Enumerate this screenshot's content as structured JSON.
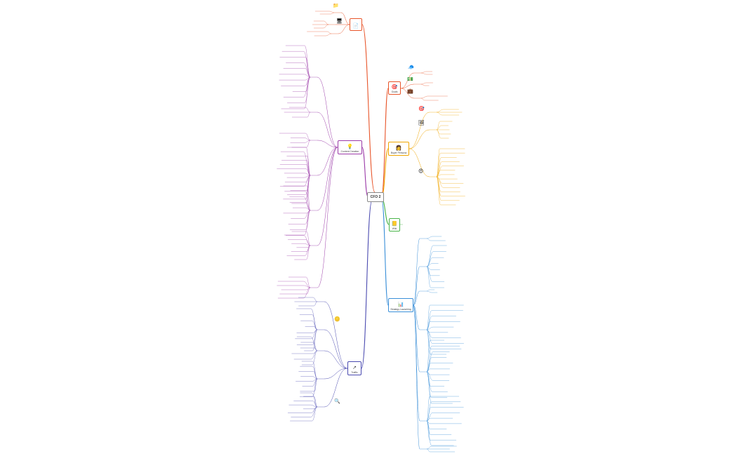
{
  "root": {
    "label": "CFO 2"
  },
  "branches": [
    {
      "id": "b-top",
      "label": "",
      "icon": "document-icon",
      "glyph": "📄",
      "color": "#e8552a"
    },
    {
      "id": "b-goals",
      "label": "Goals",
      "icon": "target-icon",
      "glyph": "🎯",
      "color": "#e8552a"
    },
    {
      "id": "b-buyer",
      "label": "Buyer Persona",
      "icon": "person-icon",
      "glyph": "👩",
      "color": "#f0a500"
    },
    {
      "id": "b-small",
      "label": "Wiki",
      "icon": "notepad-icon",
      "glyph": "📒",
      "color": "#49b449"
    },
    {
      "id": "b-strategy",
      "label": "Strategy Launching",
      "icon": "chart-icon",
      "glyph": "📊",
      "color": "#3a8fd8"
    },
    {
      "id": "b-content",
      "label": "Content Creation",
      "icon": "bulb-icon",
      "glyph": "💡",
      "color": "#9b3aa8"
    },
    {
      "id": "b-traffic",
      "label": "Traffic",
      "icon": "cursor-icon",
      "glyph": "↗",
      "color": "#4a4ab0"
    }
  ],
  "colors": {
    "red": "#e8552a",
    "orange": "#f0a500",
    "green": "#49b449",
    "blue": "#3a8fd8",
    "purple": "#9b3aa8",
    "indigo": "#4a4ab0"
  }
}
